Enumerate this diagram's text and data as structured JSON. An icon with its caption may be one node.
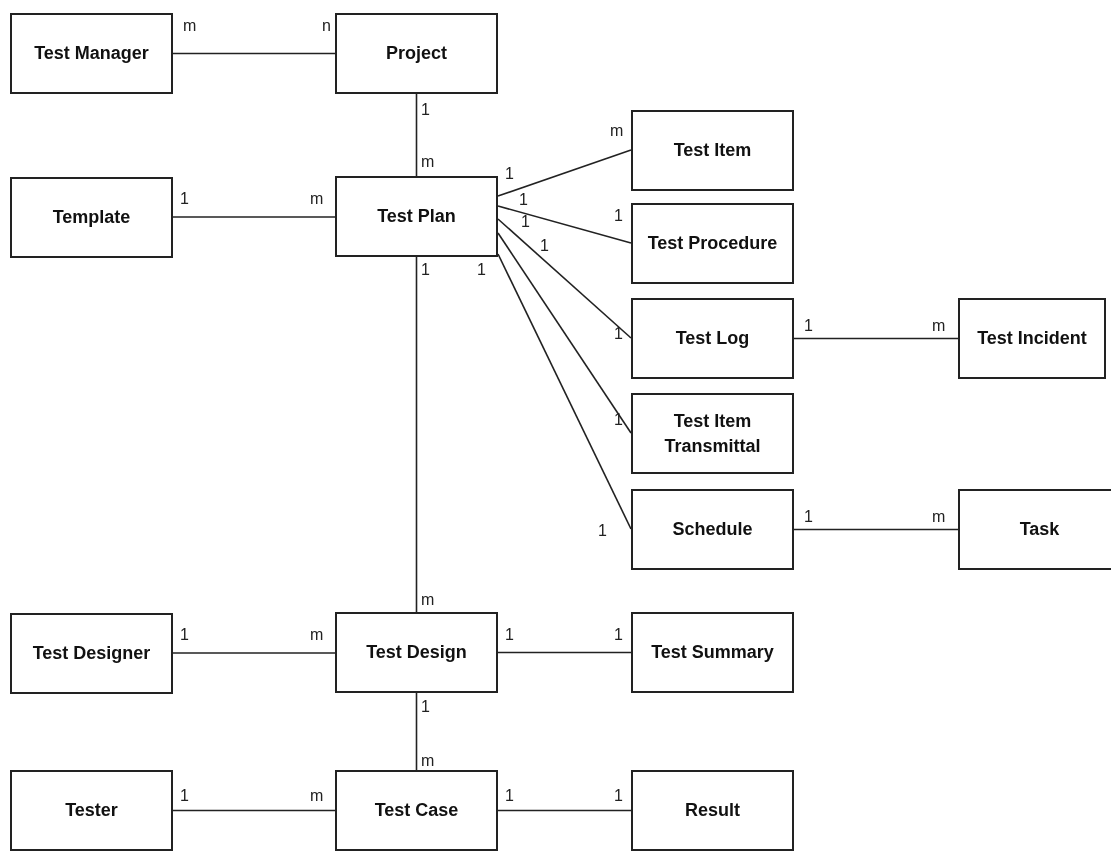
{
  "diagram": {
    "nodes": [
      {
        "text": [
          "Test Manager"
        ]
      },
      {
        "text": [
          "Project"
        ]
      },
      {
        "text": [
          "Template"
        ]
      },
      {
        "text": [
          "Test Plan"
        ]
      },
      {
        "text": [
          "Test Item"
        ]
      },
      {
        "text": [
          "Test Procedure"
        ]
      },
      {
        "text": [
          "Test Log"
        ]
      },
      {
        "text": [
          "Test Item Transmittal"
        ]
      },
      {
        "text": [
          "Schedule"
        ]
      },
      {
        "text": [
          "Test Incident"
        ]
      },
      {
        "text": [
          "Task"
        ]
      },
      {
        "text": [
          "Test Designer"
        ]
      },
      {
        "text": [
          "Test Design"
        ]
      },
      {
        "text": [
          "Test Summary"
        ]
      },
      {
        "text": [
          "Tester"
        ]
      },
      {
        "text": [
          "Test Case"
        ]
      },
      {
        "text": [
          "Result"
        ]
      }
    ],
    "edges": [
      {
        "from": 0,
        "to": 1,
        "arrow": "none"
      },
      {
        "from": 1,
        "to": 3,
        "arrow": "none"
      },
      {
        "from": 2,
        "to": 3,
        "arrow": "none"
      },
      {
        "from": 3,
        "to": 4,
        "arrow": "none"
      },
      {
        "from": 3,
        "to": 5,
        "arrow": "none"
      },
      {
        "from": 3,
        "to": 6,
        "arrow": "none"
      },
      {
        "from": 3,
        "to": 7,
        "arrow": "none"
      },
      {
        "from": 3,
        "to": 8,
        "arrow": "none"
      },
      {
        "from": 6,
        "to": 9,
        "arrow": "none"
      },
      {
        "from": 8,
        "to": 10,
        "arrow": "none"
      },
      {
        "from": 3,
        "to": 12,
        "arrow": "none"
      },
      {
        "from": 11,
        "to": 12,
        "arrow": "none"
      },
      {
        "from": 12,
        "to": 13,
        "arrow": "none"
      },
      {
        "from": 12,
        "to": 15,
        "arrow": "none"
      },
      {
        "from": 14,
        "to": 15,
        "arrow": "none"
      },
      {
        "from": 15,
        "to": 16,
        "arrow": "none"
      }
    ],
    "labels": [
      "m",
      "n",
      "1",
      "m",
      "m",
      "1",
      "m",
      "1",
      "1",
      "1",
      "1",
      "1",
      "1",
      "1",
      "1",
      "1",
      "m",
      "1",
      "1",
      "1",
      "m",
      "m",
      "1",
      "m",
      "1",
      "1",
      "1",
      "m",
      "1",
      "m",
      "1",
      "1"
    ]
  }
}
